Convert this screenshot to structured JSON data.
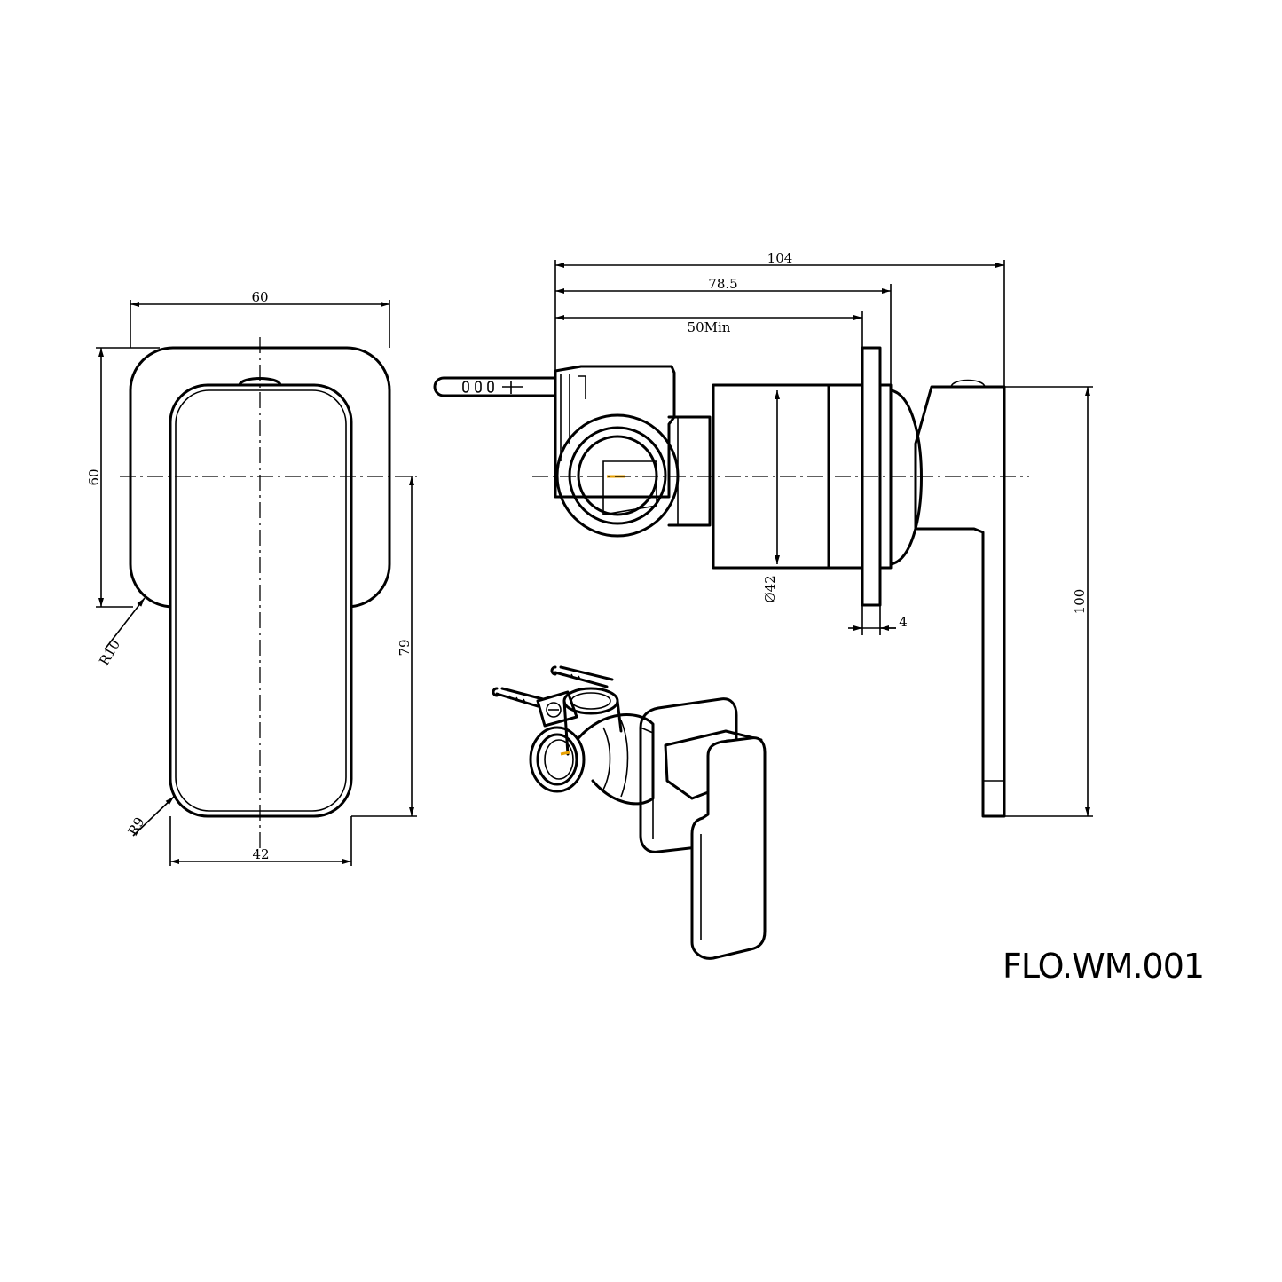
{
  "model_code": "FLO.WM.001",
  "dimensions": {
    "front_plate_width": "60",
    "front_plate_height": "60",
    "handle_radius": "R10",
    "lever_radius": "R9",
    "lever_width": "42",
    "lever_below_center": "79",
    "overall_depth": "104",
    "depth_to_plate": "78.5",
    "min_depth": "50Min",
    "body_diameter": "Ø42",
    "plate_thickness": "4",
    "overall_height": "100"
  }
}
